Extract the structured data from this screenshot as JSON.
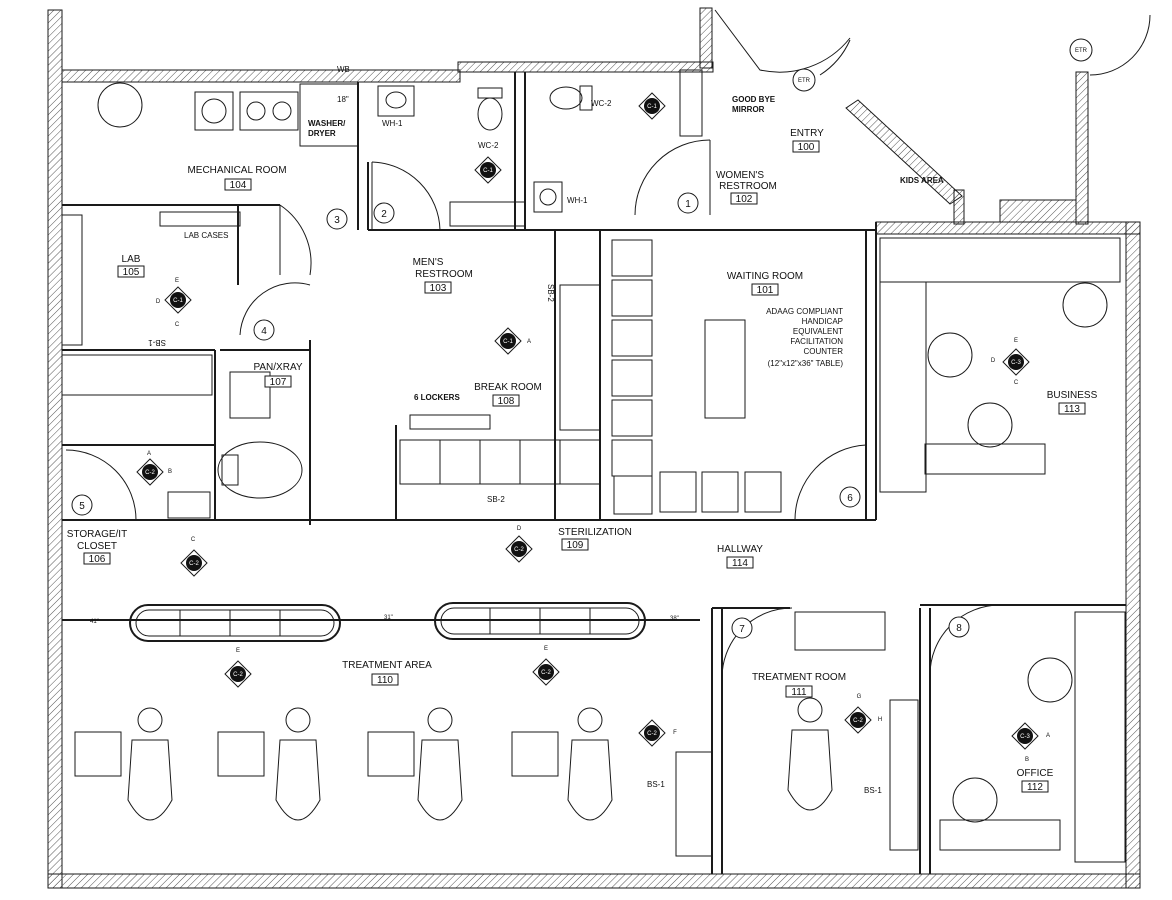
{
  "rooms": [
    {
      "id": "mech",
      "name": "MECHANICAL ROOM",
      "number": "104"
    },
    {
      "id": "lab",
      "name": "LAB",
      "number": "105"
    },
    {
      "id": "mens",
      "name": "MEN'S",
      "name2": "RESTROOM",
      "number": "103"
    },
    {
      "id": "womens",
      "name": "WOMEN'S",
      "name2": "RESTROOM",
      "number": "102"
    },
    {
      "id": "entry",
      "name": "ENTRY",
      "number": "100"
    },
    {
      "id": "waiting",
      "name": "WAITING ROOM",
      "number": "101"
    },
    {
      "id": "pan",
      "name": "PAN/XRAY",
      "number": "107"
    },
    {
      "id": "break",
      "name": "BREAK ROOM",
      "number": "108"
    },
    {
      "id": "business",
      "name": "BUSINESS",
      "number": "113"
    },
    {
      "id": "storage",
      "name": "STORAGE/IT",
      "name2": "CLOSET",
      "number": "106"
    },
    {
      "id": "steril",
      "name": "STERILIZATION",
      "number": "109"
    },
    {
      "id": "hallway",
      "name": "HALLWAY",
      "number": "114"
    },
    {
      "id": "treatment",
      "name": "TREATMENT AREA",
      "number": "110"
    },
    {
      "id": "troom",
      "name": "TREATMENT ROOM",
      "number": "111"
    },
    {
      "id": "office",
      "name": "OFFICE",
      "number": "112"
    }
  ],
  "labels": {
    "wb": "WB",
    "washer": "WASHER/",
    "dryer": "DRYER",
    "dim18": "18\"",
    "wh1a": "WH-1",
    "wh1b": "WH-1",
    "wc2a": "WC-2",
    "wc2b": "WC-2",
    "goodbye1": "GOOD BYE",
    "goodbye2": "MIRROR",
    "etr1": "ETR",
    "etr2": "ETR",
    "kids": "KIDS AREA",
    "labcases": "LAB CASES",
    "sb1": "SB-1",
    "sb2a": "SB-2",
    "sb2b": "SB-2",
    "lockers": "6 LOCKERS",
    "ada1": "ADAAG COMPLIANT",
    "ada2": "HANDICAP",
    "ada3": "EQUIVALENT",
    "ada4": "FACILITATION",
    "ada5": "COUNTER",
    "ada6": "(12\"x12\"x36\" TABLE)",
    "bs1a": "BS-1",
    "bs1b": "BS-1",
    "dim41": "41\"",
    "dim31": "31\"",
    "dim38": "38\""
  },
  "doors": [
    "1",
    "2",
    "3",
    "4",
    "5",
    "6",
    "7",
    "8"
  ],
  "tags": [
    {
      "code": "C-1"
    },
    {
      "code": "C-1"
    },
    {
      "code": "C-1"
    },
    {
      "code": "C-1"
    },
    {
      "code": "C-2"
    },
    {
      "code": "C-2"
    },
    {
      "code": "C-2"
    },
    {
      "code": "C-2"
    },
    {
      "code": "C-2"
    },
    {
      "code": "C-2"
    },
    {
      "code": "C-2"
    },
    {
      "code": "C-3"
    },
    {
      "code": "C-3"
    }
  ],
  "letters": {
    "a": "A",
    "b": "B",
    "c": "C",
    "d": "D",
    "e": "E",
    "f": "F",
    "g": "G",
    "h": "H"
  },
  "colors": {
    "line": "#1a1a1a",
    "hatch": "#555555",
    "fill": "#ffffff"
  }
}
